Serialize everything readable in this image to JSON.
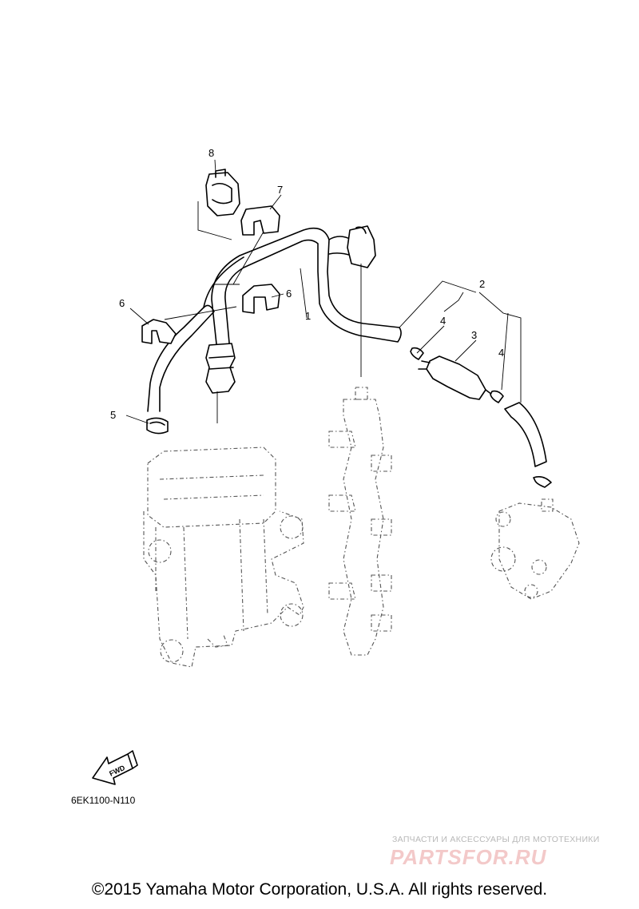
{
  "callouts": {
    "part_1": "1",
    "part_2": "2",
    "part_3": "3",
    "part_4a": "4",
    "part_4b": "4",
    "part_5": "5",
    "part_6a": "6",
    "part_6b": "6",
    "part_7": "7",
    "part_8": "8"
  },
  "fwd_label": "FWD",
  "diagram_code": "6EK1100-N110",
  "watermark": {
    "tagline": "ЗАПЧАСТИ И АКСЕССУАРЫ ДЛЯ МОТОТЕХНИКИ",
    "logo": "PARTSFOR.RU"
  },
  "copyright": "©2015 Yamaha Motor Corporation, U.S.A. All rights reserved.",
  "colors": {
    "line": "#000000",
    "ghost_line": "#555555",
    "watermark_text": "#b8b8b8",
    "watermark_logo": "#f3c9c9"
  }
}
